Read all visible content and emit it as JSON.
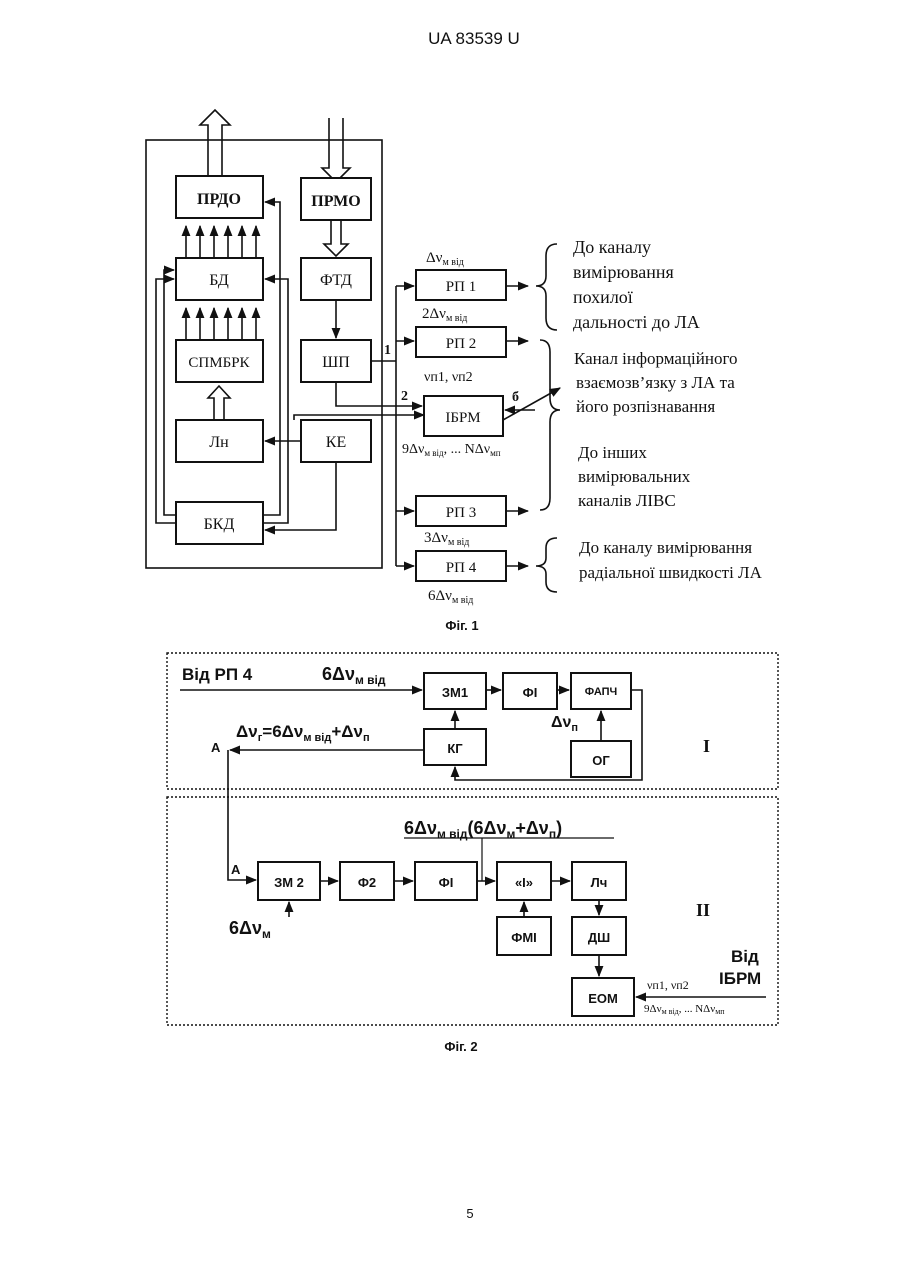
{
  "header": {
    "patent": "UA   83539   U"
  },
  "page_number": "5",
  "fig1": {
    "caption": "Фіг. 1",
    "blocks": {
      "prdo": "ПРДО",
      "prmo": "ПРМО",
      "bd": "БД",
      "ftd": "ФТД",
      "spmbrk": "СПМБРК",
      "shp": "ШП",
      "ln": "Лн",
      "ke": "КЕ",
      "bkd": "БКД",
      "ibrm": "ІБРМ",
      "rp1": "РП 1",
      "rp2": "РП 2",
      "rp3": "РП 3",
      "rp4": "РП 4"
    },
    "labels": {
      "rp1_top": "Δν",
      "rp1_top_sub": "м від",
      "rp2_top": "2Δν",
      "rp2_top_sub": "м від",
      "ibrm_top": "νп1, νп2",
      "ibrm_bottom": "9Δν",
      "ibrm_bottom_sub": "м від",
      "ibrm_bottom_tail": ", ... NΔν",
      "ibrm_bottom_tail_sub": "мп",
      "rp3_bottom": "3Δν",
      "rp3_bottom_sub": "м від",
      "rp4_bottom": "6Δν",
      "rp4_bottom_sub": "м від",
      "port1": "1",
      "port2": "2",
      "port6": "б"
    },
    "notes": {
      "slant_range": [
        "До каналу",
        "вимірювання",
        "похилої",
        "дальності до ЛА"
      ],
      "info_channel": [
        "Канал інформаційного",
        "взаємозв’язку з ЛА та",
        "його розпізнавання"
      ],
      "other_channels": [
        "До інших",
        "вимірювальних",
        "каналів ЛІВС"
      ],
      "radial_speed": [
        "До каналу вимірювання",
        "радіальної швидкості ЛА"
      ]
    }
  },
  "fig2": {
    "caption": "Фіг. 2",
    "blocks": {
      "zm1": "ЗМ1",
      "fi_top": "ФІ",
      "fapch": "ФАПЧ",
      "kg": "КГ",
      "og": "ОГ",
      "zm2": "ЗМ 2",
      "f2": "Ф2",
      "fi_bottom": "ФІ",
      "cor": "«І»",
      "lch": "Лч",
      "fmi": "ФМІ",
      "dsh": "ДШ",
      "eom": "ЕОМ"
    },
    "labels": {
      "from_rp4": "Від РП 4",
      "in_6dv": "6Δν",
      "in_6dv_sub": "м від",
      "dvn": "Δν",
      "dvn_sub": "п",
      "dvg": "Δν",
      "dvg_sub": "г",
      "dvg_eq": "=6Δν",
      "dvg_eq_sub": "м від",
      "dvg_plus": "+Δν",
      "dvg_plus_sub": "п",
      "point_a_top": "А",
      "point_a_bottom": "А",
      "formula": "6Δν",
      "formula_sub": "м від",
      "formula_mid": "(6Δν",
      "formula_mid_sub": "м",
      "formula_end": "+Δν",
      "formula_end_sub": "п",
      "formula_close": ")",
      "zm2_in": "6Δν",
      "zm2_in_sub": "м",
      "section_1": "І",
      "section_2": "ІІ",
      "from_ibrm_1": "Від",
      "from_ibrm_2": "ІБРМ",
      "eom_in_top": "νп1, νп2",
      "eom_in_bottom": "9Δν",
      "eom_in_bottom_sub": "м від",
      "eom_in_bottom_tail": ", ... NΔν",
      "eom_in_bottom_tail_sub": "мп"
    }
  }
}
